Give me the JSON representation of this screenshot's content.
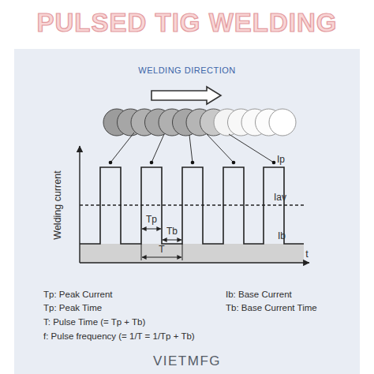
{
  "diagram": {
    "title": "PULSED TIG WELDING",
    "labels": [
      "WELDING DIRECTION",
      "Ip",
      "Iav",
      "Ib",
      "Tp",
      "Tb",
      "T",
      "Welding current",
      "t",
      "Tp: Peak Current",
      "Tp: Peak Time",
      "T: Pulse Time (= Tp + Tb)",
      "f: Pulse frequency (= 1/T = 1/Tp + Tb)",
      "Ib: Base Current",
      "Tb: Base Current Time",
      "VIETMFG"
    ]
  }
}
